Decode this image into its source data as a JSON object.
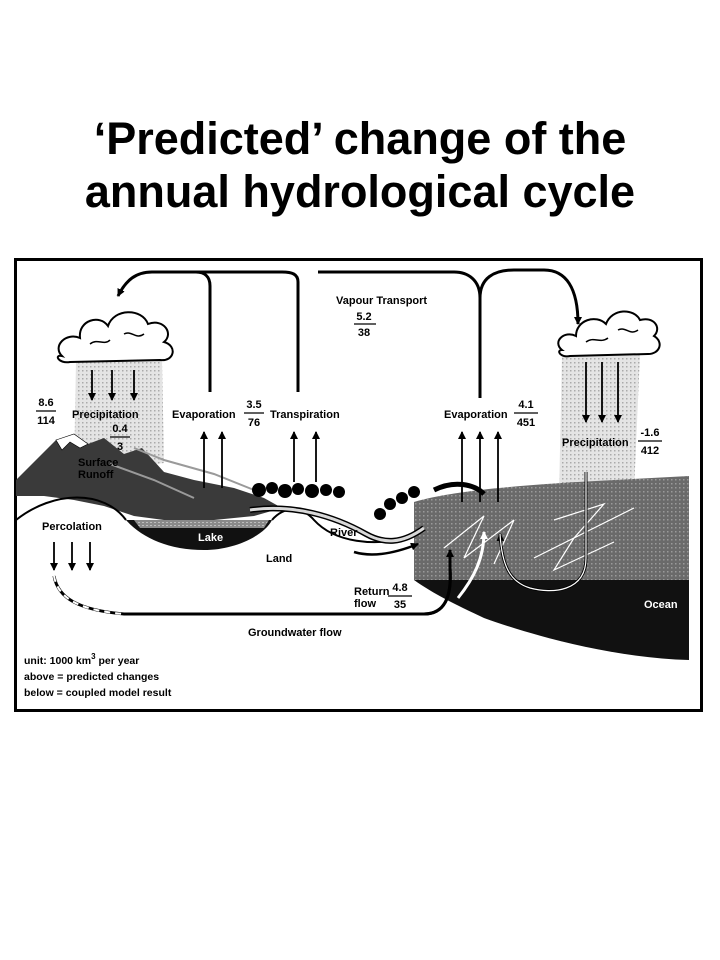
{
  "title": {
    "line1": "‘Predicted’ change of the",
    "line2": "annual hydrological cycle"
  },
  "diagram": {
    "vapour_transport": {
      "label": "Vapour Transport",
      "above": "5.2",
      "below": "38"
    },
    "precipitation_land": {
      "label": "Precipitation",
      "above": "8.6",
      "below": "114"
    },
    "snow_melt": {
      "above": "0.4",
      "below": "3"
    },
    "surface_runoff": {
      "line1": "Surface",
      "line2": "Runoff"
    },
    "evaporation_land": {
      "label": "Evaporation"
    },
    "evapotranspiration": {
      "above": "3.5",
      "below": "76"
    },
    "transpiration": {
      "label": "Transpiration"
    },
    "evaporation_ocean": {
      "label": "Evaporation",
      "above": "4.1",
      "below": "451"
    },
    "precipitation_ocean": {
      "label": "Precipitation",
      "above": "-1.6",
      "below": "412"
    },
    "percolation": {
      "label": "Percolation"
    },
    "lake": {
      "label": "Lake"
    },
    "land": {
      "label": "Land"
    },
    "river": {
      "label": "River"
    },
    "return_flow": {
      "line1": "Return",
      "line2": "flow",
      "above": "4.8",
      "below": "35"
    },
    "ocean": {
      "label": "Ocean"
    },
    "groundwater": {
      "label": "Groundwater flow"
    }
  },
  "legend": {
    "unit_prefix": "unit: 1000 km",
    "unit_exp": "3",
    "unit_suffix": " per year",
    "above": "above = predicted changes",
    "below": "below = coupled model result"
  }
}
